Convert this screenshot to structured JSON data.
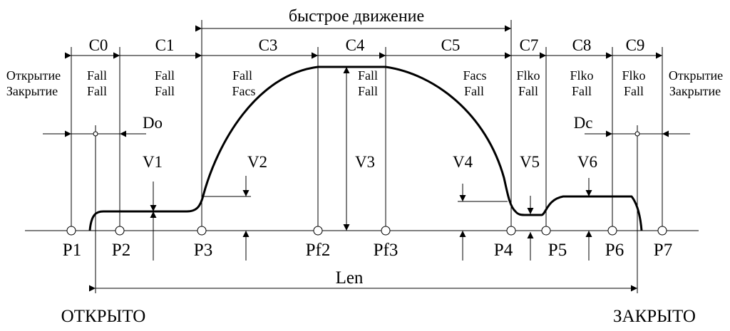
{
  "top_label": "быстрое движение",
  "sections": [
    "C0",
    "C1",
    "C3",
    "C4",
    "C5",
    "C7",
    "C8",
    "C9"
  ],
  "modes": {
    "left_edge": [
      "Открытие",
      "Закрытие"
    ],
    "c0": [
      "Fall",
      "Fall"
    ],
    "c1": [
      "Fall",
      "Fall"
    ],
    "c3": [
      "Fall",
      "Facs"
    ],
    "c4": [
      "Fall",
      "Fall"
    ],
    "c5": [
      "Facs",
      "Fall"
    ],
    "c7": [
      "Flko",
      "Fall"
    ],
    "c8": [
      "Flko",
      "Fall"
    ],
    "c9": [
      "Flko",
      "Fall"
    ],
    "right_edge": [
      "Открытие",
      "Закрытие"
    ]
  },
  "distances": {
    "do": "Do",
    "dc": "Dc"
  },
  "velocities": [
    "V1",
    "V2",
    "V3",
    "V4",
    "V5",
    "V6"
  ],
  "points": [
    "P1",
    "P2",
    "P3",
    "Pf2",
    "Pf3",
    "P4",
    "P5",
    "P6",
    "P7"
  ],
  "length_label": "Len",
  "open_label": "ОТКРЫТО",
  "closed_label": "ЗАКРЫТО",
  "colors": {
    "ink": "#000000",
    "background": "#ffffff"
  }
}
